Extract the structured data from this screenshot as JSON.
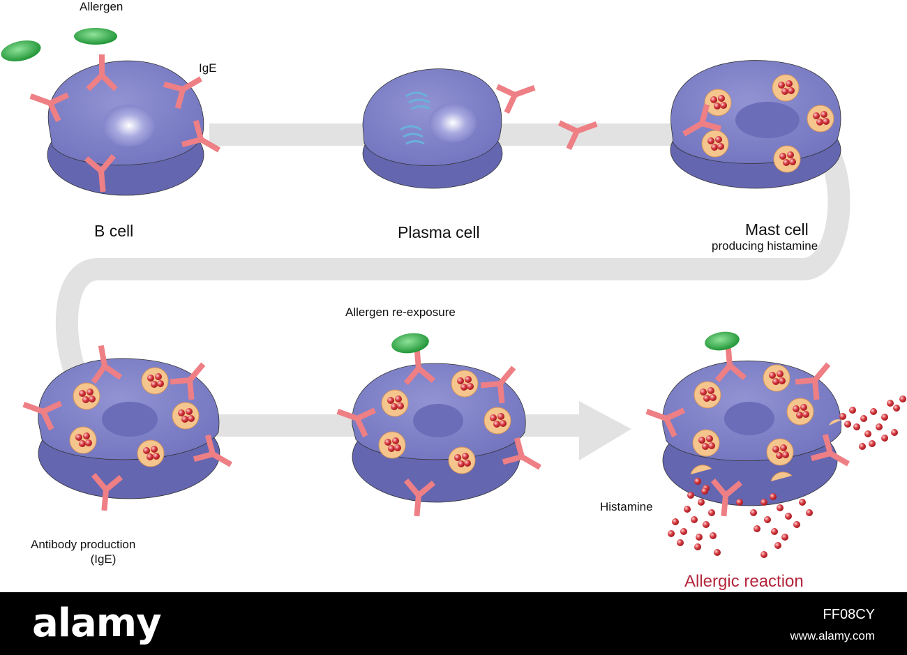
{
  "labels": {
    "allergen": "Allergen",
    "ige": "IgE",
    "b_cell": "B cell",
    "plasma_cell": "Plasma cell",
    "mast_cell": "Mast cell",
    "producing_histamine": "producing histamine",
    "allergen_reexposure": "Allergen re-exposure",
    "antibody_production": "Antibody production",
    "antibody_ige": "(IgE)",
    "histamine": "Histamine",
    "allergic_reaction": "Allergic reaction"
  },
  "footer": {
    "logo": "alamy",
    "image_id": "FF08CY",
    "site": "www.alamy.com"
  },
  "colors": {
    "cell_body": "#7a7cc4",
    "cell_side": "#6466b0",
    "nucleus": "#5f61ad",
    "antibody": "#ee7f85",
    "allergen": "#2f9e43",
    "granule": "#f5c58e",
    "histamine": "#c5262e",
    "pathway": "#e2e2e2",
    "allergic_reaction_text": "#b3263b"
  }
}
